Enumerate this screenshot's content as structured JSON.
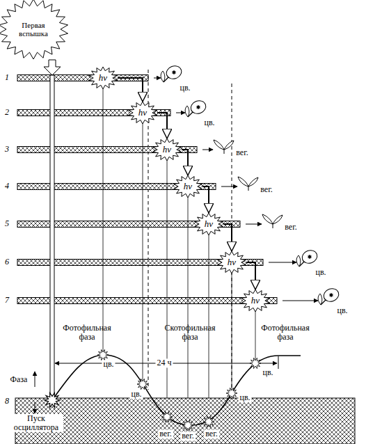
{
  "diagram": {
    "nodes": [
      {
        "text": [
          "Первая вспышка"
        ]
      },
      {
        "text": [
          "hν"
        ]
      },
      {
        "text": [
          "hν"
        ]
      },
      {
        "text": [
          "hν"
        ]
      },
      {
        "text": [
          "hν"
        ]
      },
      {
        "text": [
          "hν"
        ]
      },
      {
        "text": [
          "hν"
        ]
      },
      {
        "text": [
          "hν"
        ]
      }
    ],
    "edges": [
      {
        "from": 1,
        "to": 2,
        "arrow": "to"
      },
      {
        "from": 2,
        "to": 3,
        "arrow": "to"
      },
      {
        "from": 3,
        "to": 4,
        "arrow": "to"
      },
      {
        "from": 4,
        "to": 5,
        "arrow": "to"
      },
      {
        "from": 5,
        "to": 6,
        "arrow": "to"
      },
      {
        "from": 6,
        "to": 7,
        "arrow": "to"
      }
    ],
    "labels": [
      "1",
      "цв.",
      "2",
      "цв.",
      "3",
      "вег.",
      "4",
      "вег.",
      "5",
      "вег.",
      "6",
      "цв.",
      "7",
      "цв.",
      "Фотофильная фаза",
      "Скотофильная фаза",
      "Фотофильная фаза",
      "24 ч",
      "Фаза",
      "8",
      "Пуск осциллятора",
      "цв.",
      "цв.",
      "вег.",
      "вег.",
      "вег.",
      "цв.",
      "цв."
    ]
  }
}
